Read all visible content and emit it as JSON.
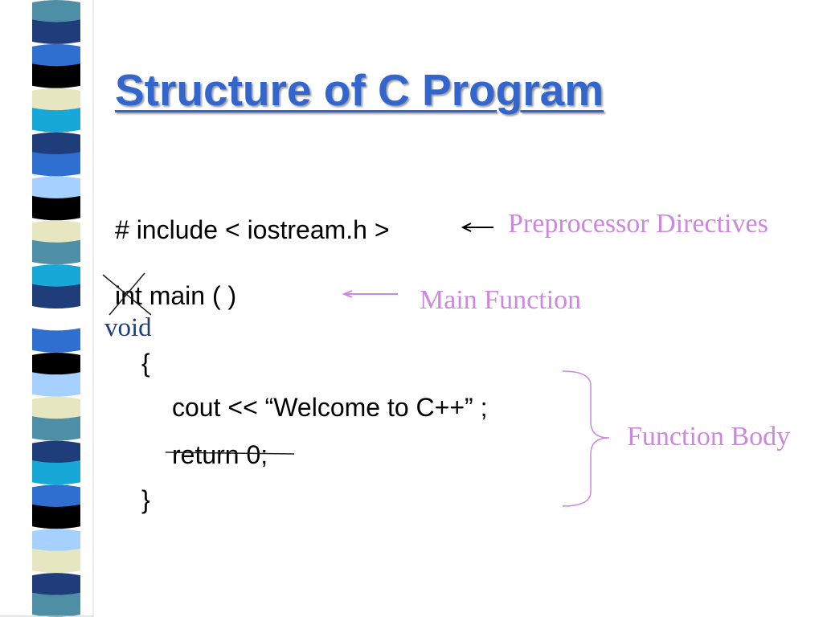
{
  "slide": {
    "title": "Structure of C Program",
    "code": {
      "include_line": "# include < iostream.h >",
      "main_line": "int main ( )",
      "replacement_word": "void",
      "open_brace": "{",
      "cout_line": "cout << “Welcome to C++” ;",
      "return_line": "return 0;",
      "close_brace": "}"
    },
    "annotations": {
      "preprocessor": "Preprocessor Directives",
      "main_function": "Main Function",
      "function_body": "Function Body"
    }
  },
  "colors": {
    "title": "#3366cc",
    "annotation": "#cc88dd",
    "handwriting": "#1f3d7a",
    "stripe_palette": [
      "#4f8fa6",
      "#1f3d7a",
      "#2f6fd0",
      "#000000",
      "#e6e6c0",
      "#18a8d8",
      "#a6d0ff",
      "#ffffff"
    ]
  }
}
